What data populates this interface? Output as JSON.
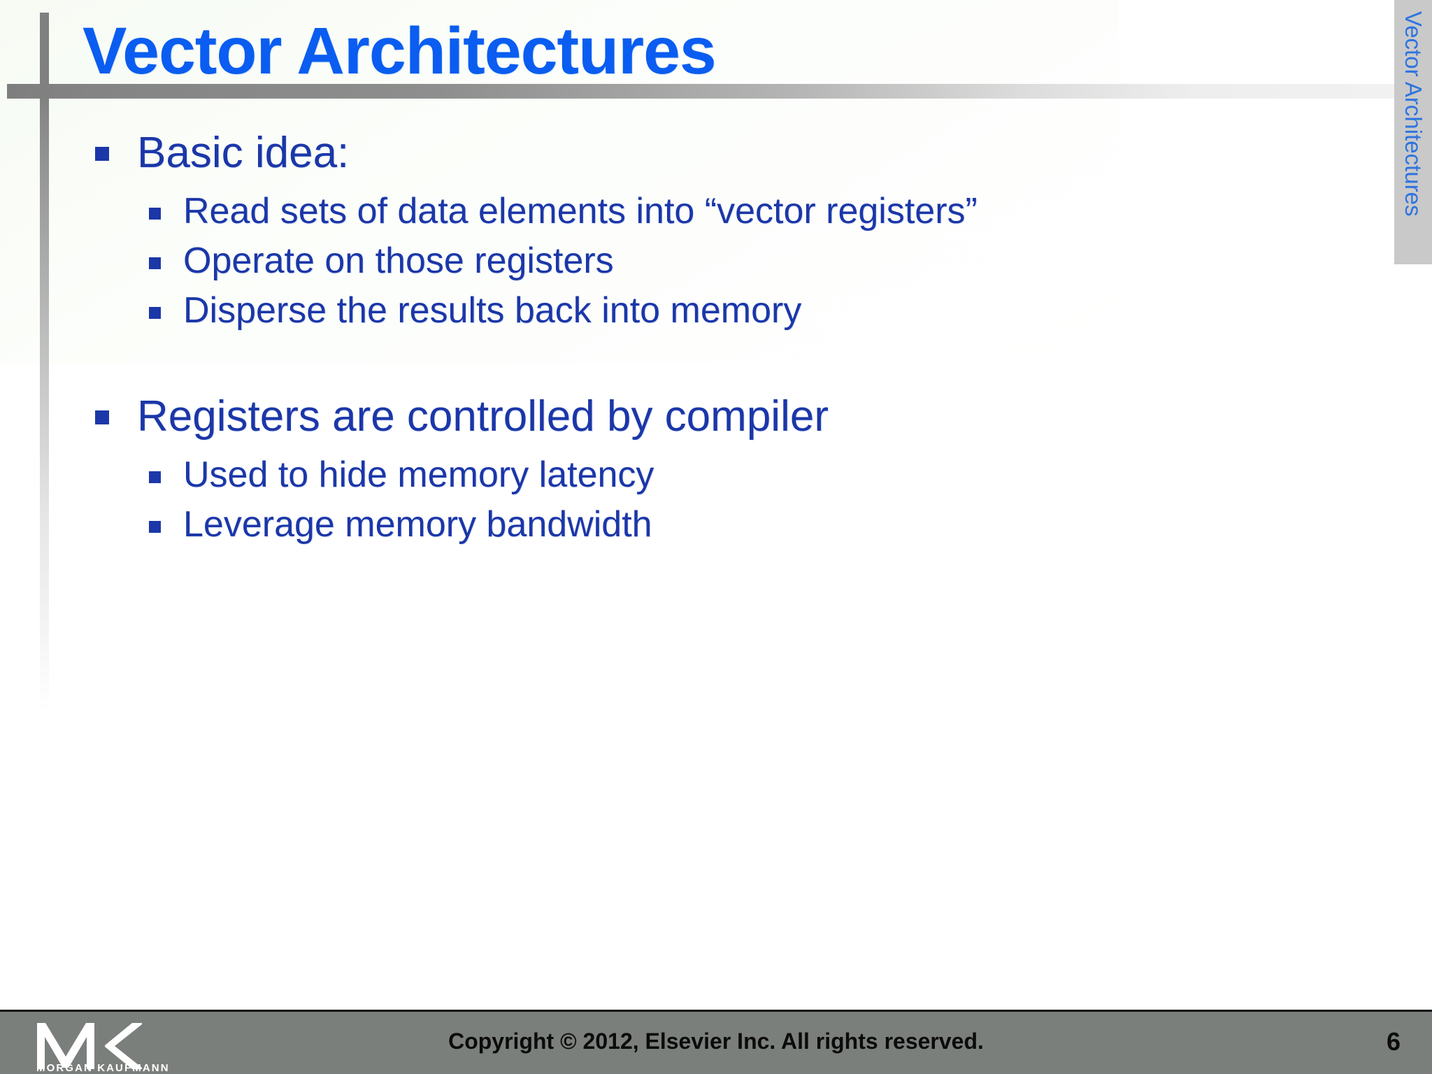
{
  "slide": {
    "title": "Vector Architectures",
    "side_tab_label": "Vector Architectures",
    "accent_title_color": "#0a5df0",
    "accent_body_color": "#1b37a8",
    "rule_color": "#808080",
    "footer_bg_color": "#7b7f7c",
    "side_tab_bg_color": "#c9c9c9"
  },
  "content": {
    "groups": [
      {
        "heading": "Basic idea:",
        "items": [
          "Read sets of data elements into “vector registers”",
          "Operate on those registers",
          "Disperse the results back into memory"
        ]
      },
      {
        "heading": "Registers are controlled by compiler",
        "items": [
          "Used to hide memory latency",
          "Leverage memory bandwidth"
        ]
      }
    ]
  },
  "footer": {
    "copyright": "Copyright © 2012, Elsevier Inc. All rights reserved.",
    "page_number": "6",
    "logo_initials": "MK",
    "logo_wordmark": "MORGAN KAUFMANN"
  }
}
